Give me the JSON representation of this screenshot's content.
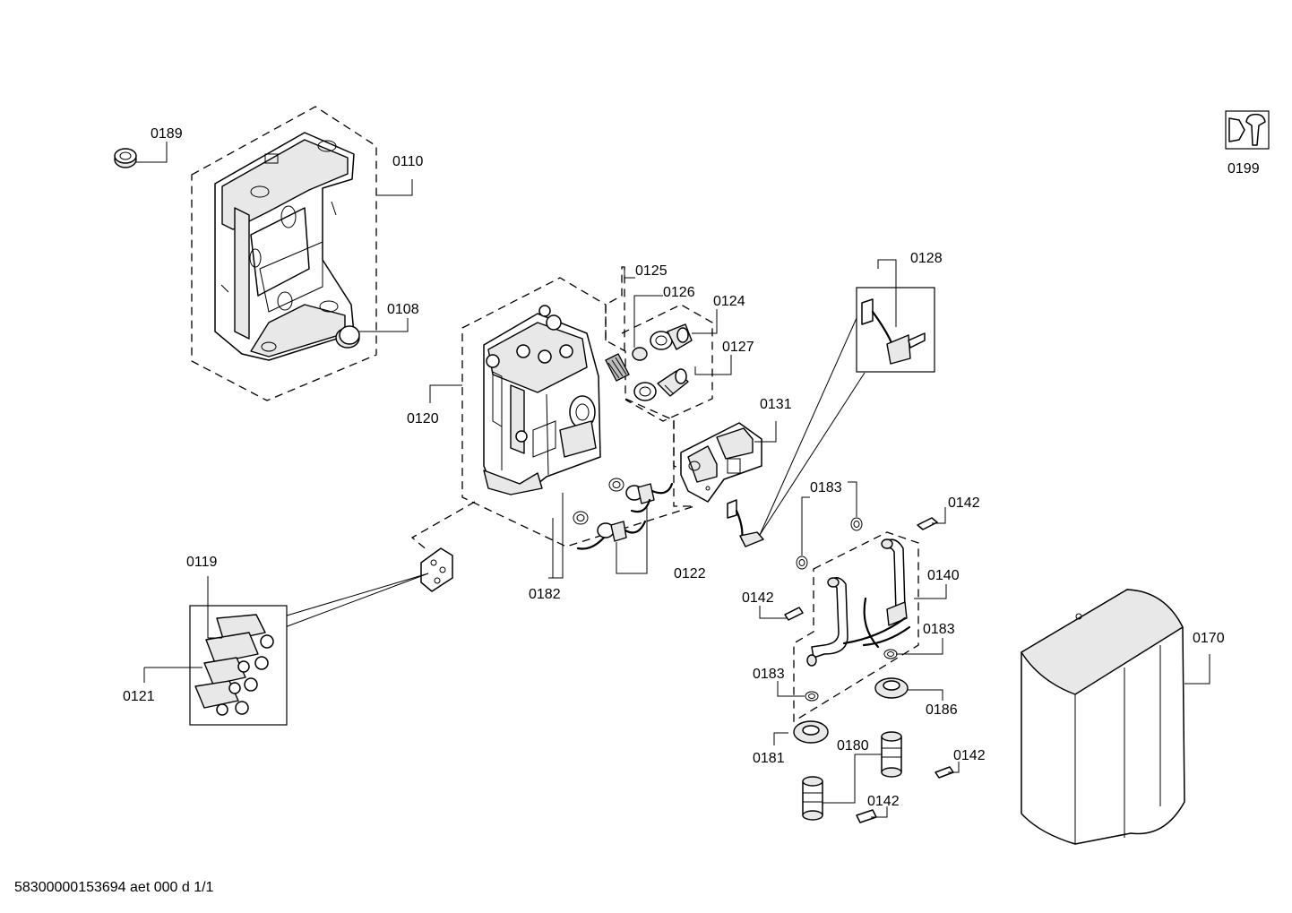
{
  "diagram": {
    "document_id": "58300000153694 aet 000 d 1/1",
    "tool_icon": "wrench-nut-icon",
    "labels": {
      "p0189": "0189",
      "p0110": "0110",
      "p0108": "0108",
      "p0125": "0125",
      "p0126": "0126",
      "p0124": "0124",
      "p0127": "0127",
      "p0128": "0128",
      "p0199": "0199",
      "p0120": "0120",
      "p0131": "0131",
      "p0183a": "0183",
      "p0142a": "0142",
      "p0122": "0122",
      "p0182": "0182",
      "p0140": "0140",
      "p0119": "0119",
      "p0142b": "0142",
      "p0183b": "0183",
      "p0170": "0170",
      "p0183c": "0183",
      "p0121": "0121",
      "p0186": "0186",
      "p0180": "0180",
      "p0181": "0181",
      "p0142c": "0142",
      "p0142d": "0142"
    }
  }
}
